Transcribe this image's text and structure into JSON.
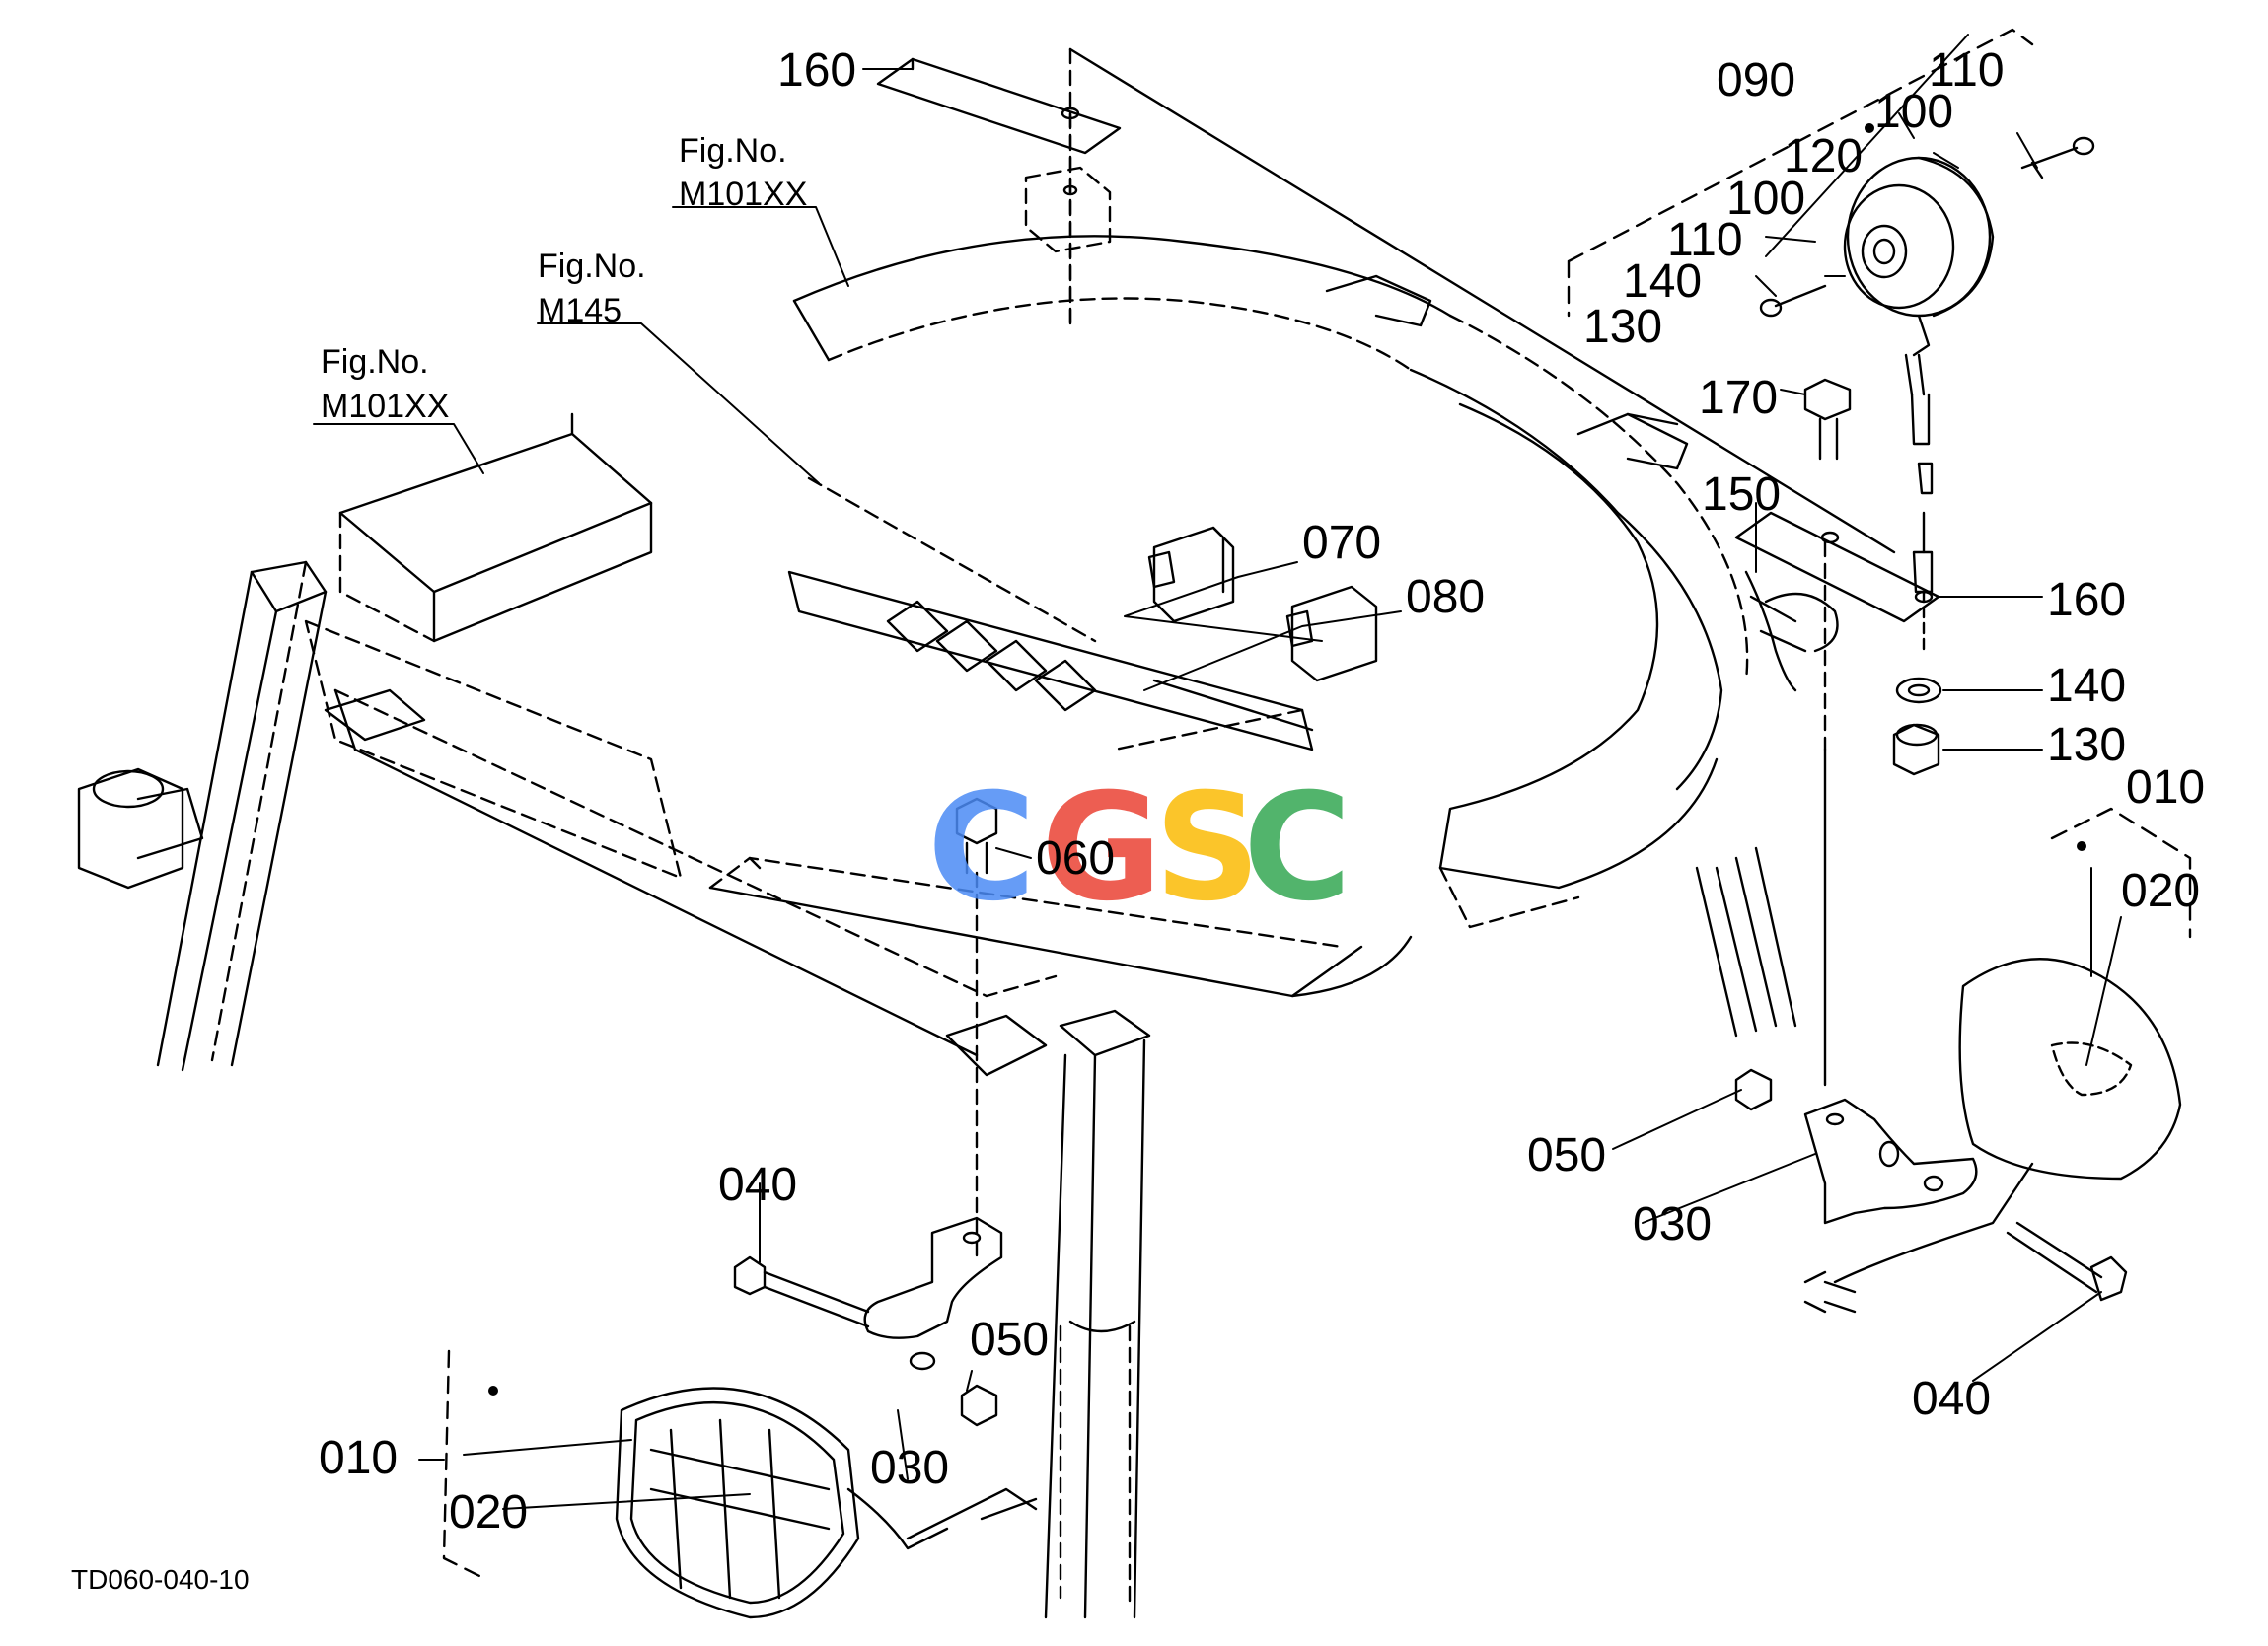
{
  "watermark": {
    "letters": [
      "C",
      "G",
      "S",
      "C"
    ],
    "colors": [
      "#4c8bf5",
      "#ea4335",
      "#fbbc05",
      "#34a853"
    ]
  },
  "figure_refs": [
    {
      "title": "Fig.No.",
      "code": "M101XX"
    },
    {
      "title": "Fig.No.",
      "code": "M145"
    },
    {
      "title": "Fig.No.",
      "code": "M101XX"
    }
  ],
  "callouts": {
    "c160_top": "160",
    "c090": "090",
    "c110_a": "110",
    "c100_a": "100",
    "c120": "120",
    "c100_b": "100",
    "c110_b": "110",
    "c140_a": "140",
    "c130_a": "130",
    "c170": "170",
    "c150": "150",
    "c160_b": "160",
    "c140_b": "140",
    "c130_b": "130",
    "c070": "070",
    "c080": "080",
    "c060": "060",
    "c010_r": "010",
    "c020_r": "020",
    "c050_r": "050",
    "c030_r": "030",
    "c040_r": "040",
    "c040_l": "040",
    "c050_l": "050",
    "c030_l": "030",
    "c010_l": "010",
    "c020_l": "020"
  },
  "drawing_code": "TD060-040-10"
}
